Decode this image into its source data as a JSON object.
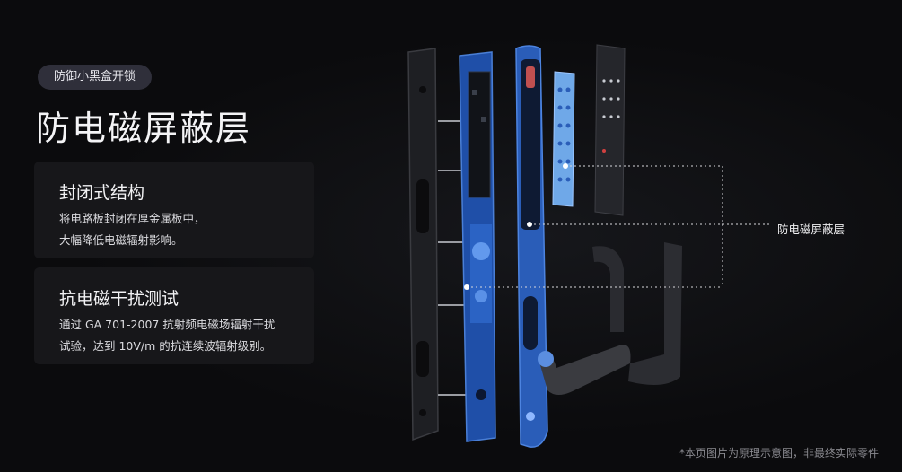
{
  "badge": "防御小黑盒开锁",
  "title": "防电磁屏蔽层",
  "cards": [
    {
      "title": "封闭式结构",
      "lines": [
        "将电路板封闭在厚金属板中，",
        "大幅降低电磁辐射影响。"
      ]
    },
    {
      "title": "抗电磁干扰测试",
      "lines": [
        "通过 GA 701-2007 抗射频电磁场辐射干扰",
        "试验，达到 10V/m 的抗连续波辐射级别。"
      ]
    }
  ],
  "callout": "防电磁屏蔽层",
  "footnote": "*本页图片为原理示意图，非最终实际零件",
  "colors": {
    "accent_blue": "#2f6fd6",
    "shield_blue": "#6fa8e8",
    "background": "#0b0b0d"
  }
}
